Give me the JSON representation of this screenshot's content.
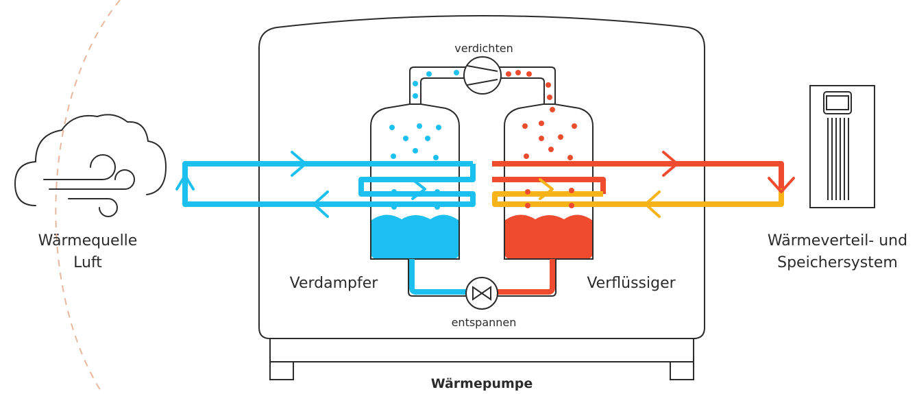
{
  "colors": {
    "cold": "#1cc0f0",
    "hot": "#ef4b2e",
    "warm": "#f7b318",
    "outline": "#2b2b2b",
    "dash": "#e8b79c"
  },
  "icons": {
    "heat_source": "wind-cloud-icon",
    "heat_storage": "storage-tank-icon",
    "compressor": "compressor-icon",
    "expansion_valve": "expansion-valve-icon"
  },
  "labels": {
    "heat_source_line1": "Wärmequelle",
    "heat_source_line2": "Luft",
    "distribution_line1": "Wärmeverteil- und",
    "distribution_line2": "Speichersystem",
    "compress": "verdichten",
    "expand": "entspannen",
    "evaporator": "Verdampfer",
    "condenser": "Verflüssiger",
    "heat_pump": "Wärmepumpe"
  }
}
